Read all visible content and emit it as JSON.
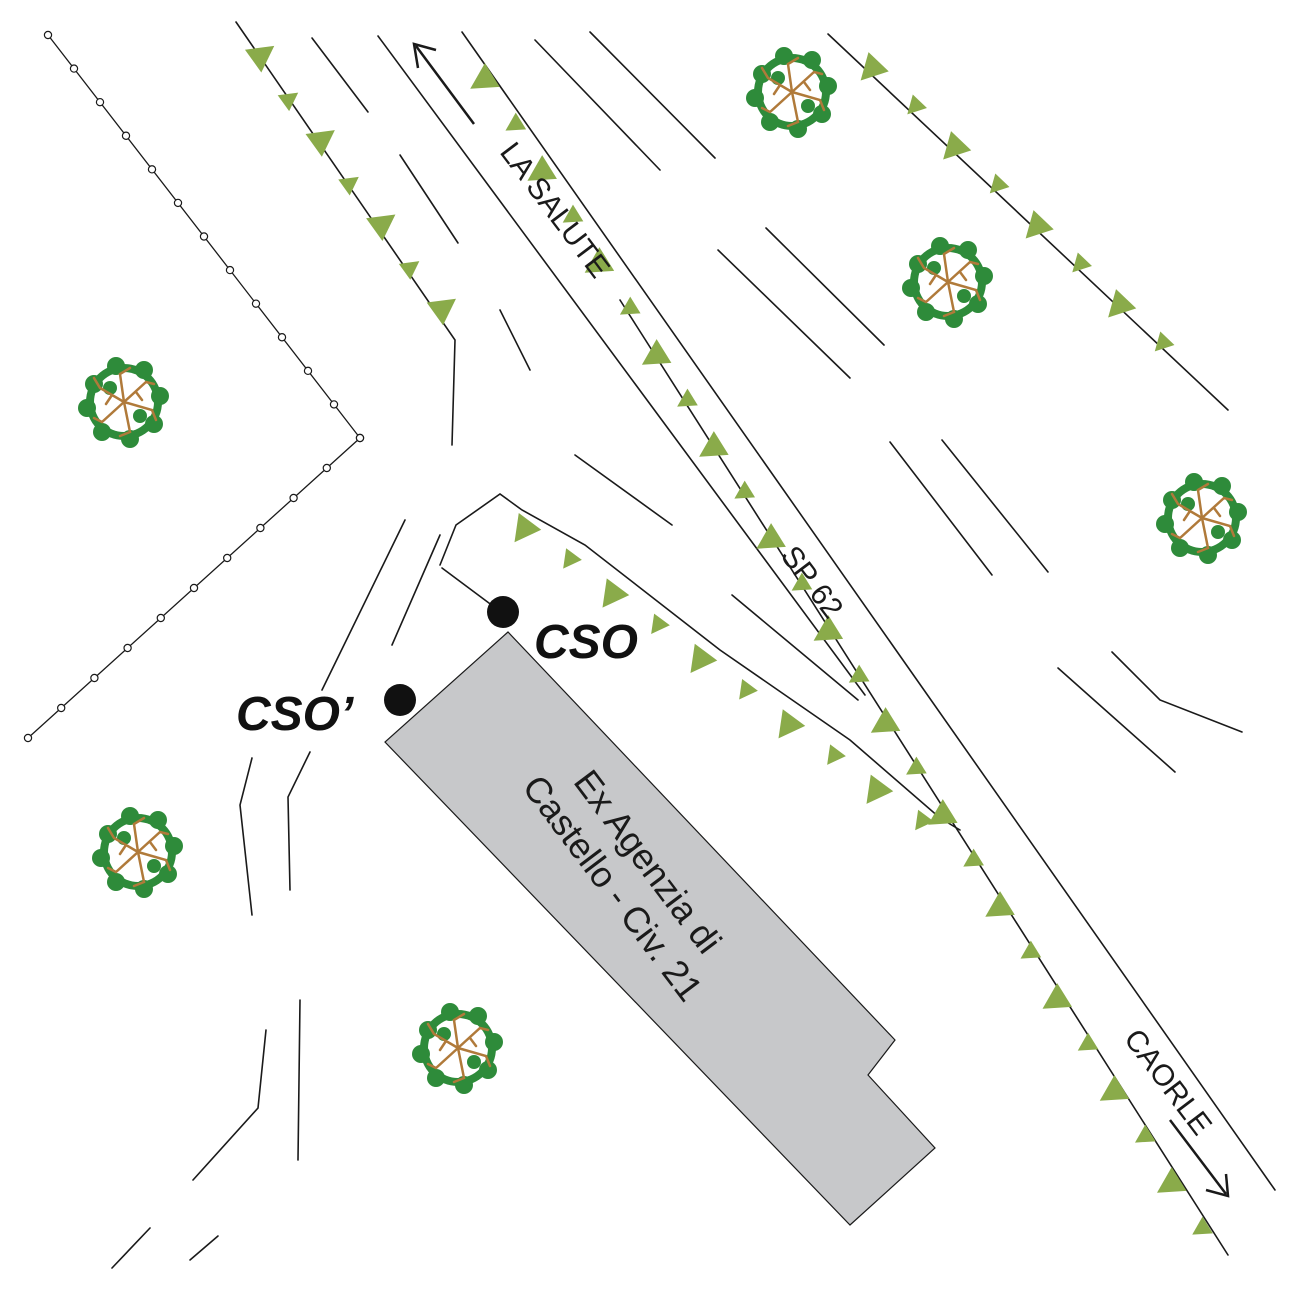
{
  "colors": {
    "background": "#ffffff",
    "line": "#1a1a1a",
    "building_fill": "#c7c8ca",
    "embankment_green": "#8aab4a",
    "tree_foliage": "#2e8b3a",
    "tree_branches": "#b07a3a"
  },
  "roads": {
    "north_label": "LA SALUTE",
    "middle_label": "SP 62",
    "south_label": "CAORLE"
  },
  "points": {
    "cso": "CSO",
    "cso_prime": "CSO’"
  },
  "building": {
    "label_line1": "Ex Agenzia di",
    "label_line2": "Castello - Civ. 21"
  },
  "icons": {
    "tree": "tree-icon",
    "arrow_north": "arrow-northwest-icon",
    "arrow_south": "arrow-southeast-icon",
    "manhole": "manhole-dot-icon"
  }
}
